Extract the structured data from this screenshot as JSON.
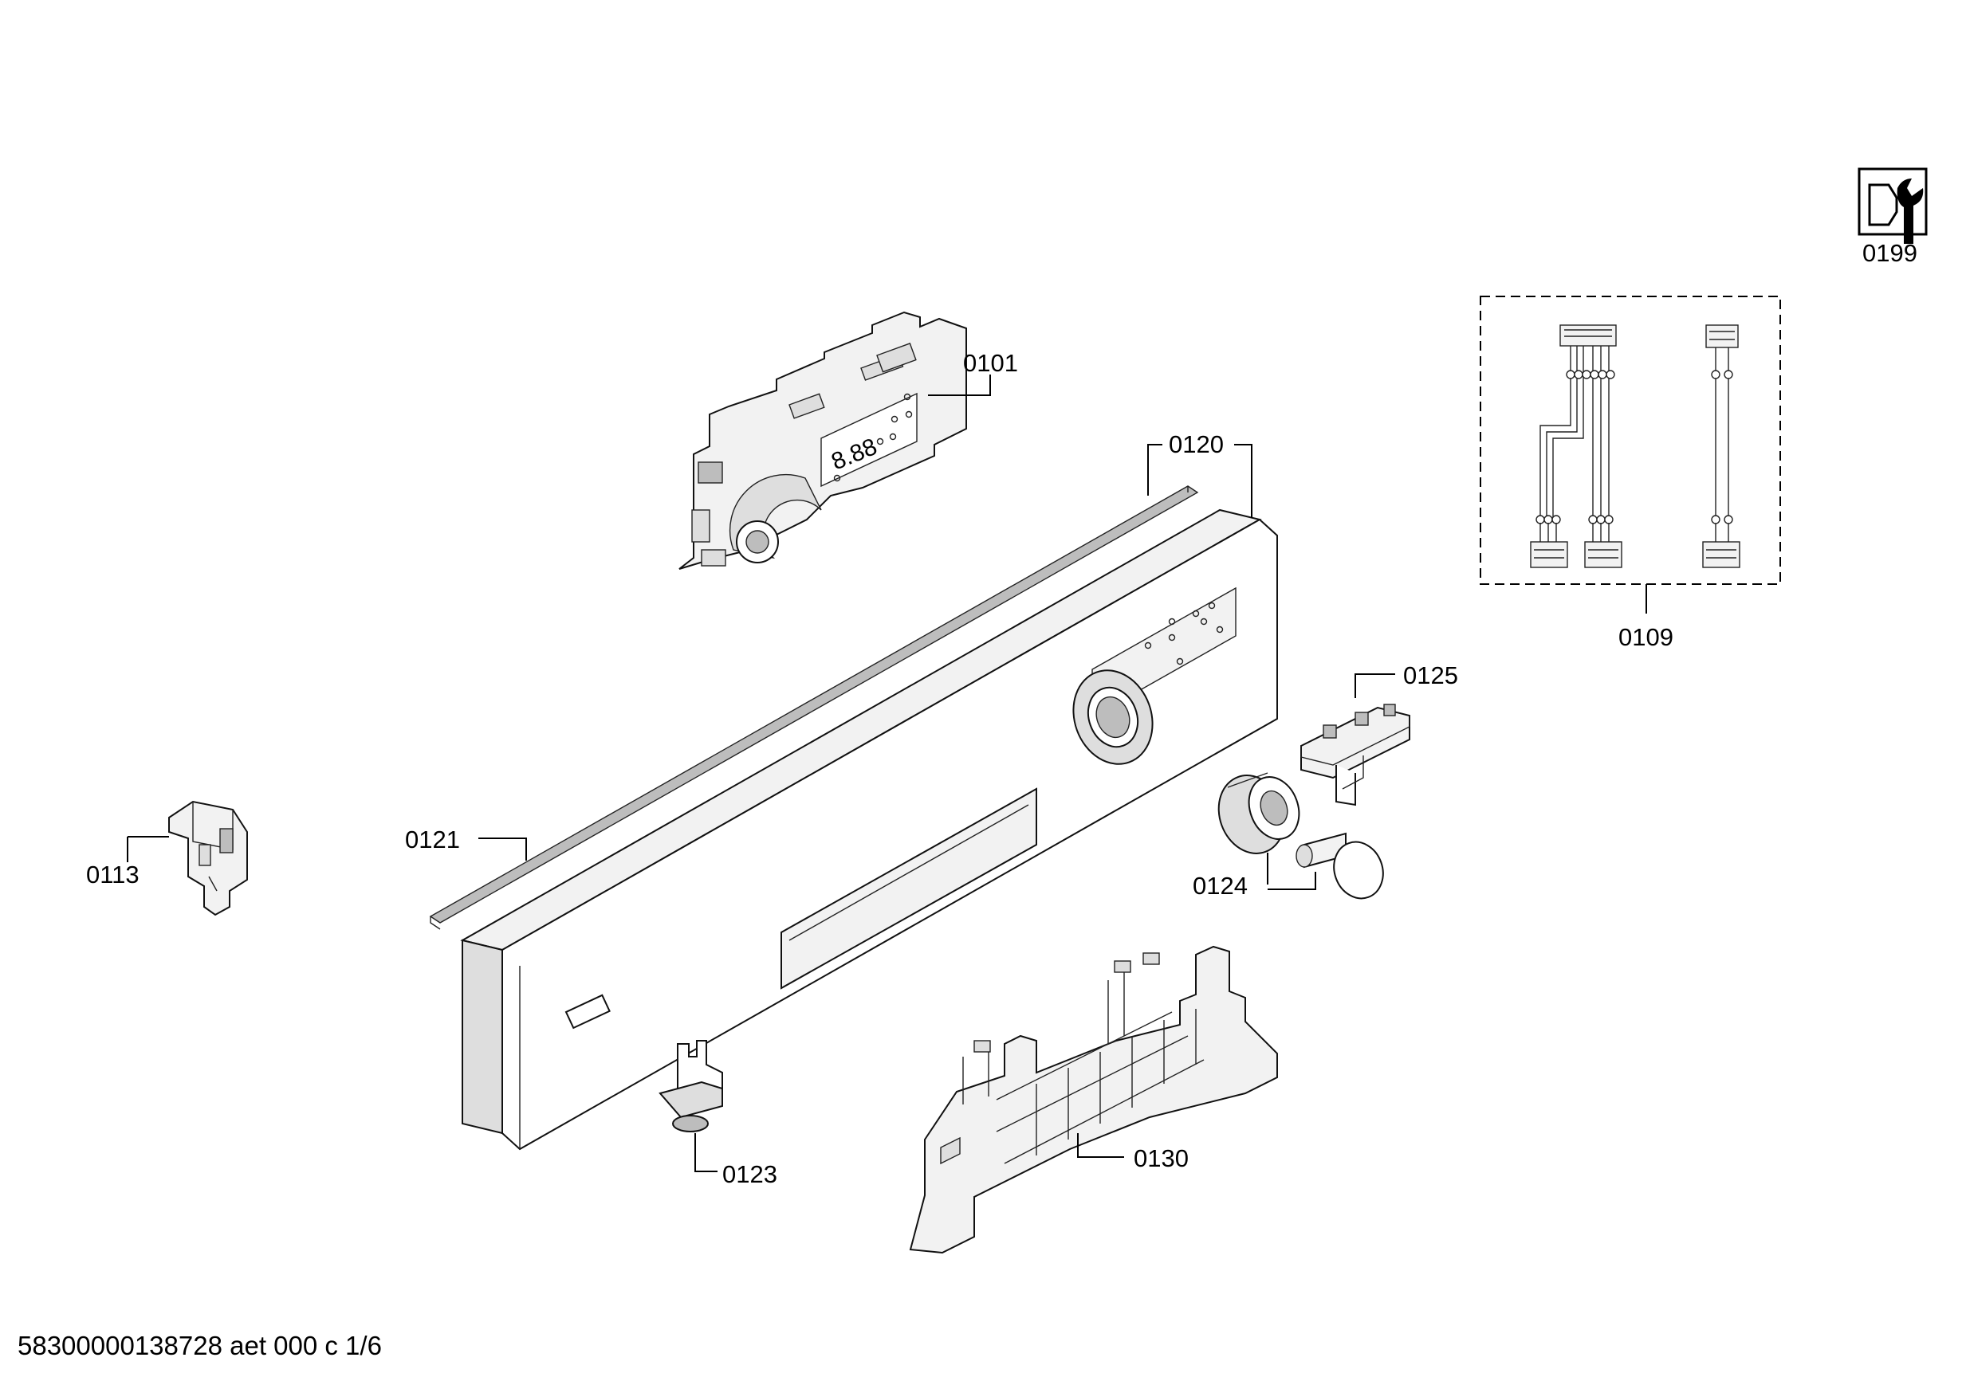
{
  "parts": [
    {
      "id": "0101",
      "name": "control-module"
    },
    {
      "id": "0109",
      "name": "cable-harness-set"
    },
    {
      "id": "0113",
      "name": "bracket-clip"
    },
    {
      "id": "0120",
      "name": "control-panel-fascia"
    },
    {
      "id": "0121",
      "name": "sealing-strip"
    },
    {
      "id": "0123",
      "name": "latch-clip"
    },
    {
      "id": "0124",
      "name": "knob-and-button"
    },
    {
      "id": "0125",
      "name": "switch-holder"
    },
    {
      "id": "0130",
      "name": "bottom-bracket"
    },
    {
      "id": "0199",
      "name": "service-tool-icon"
    }
  ],
  "footer": {
    "document_code": "58300000138728 aet 000 c 1/6"
  }
}
